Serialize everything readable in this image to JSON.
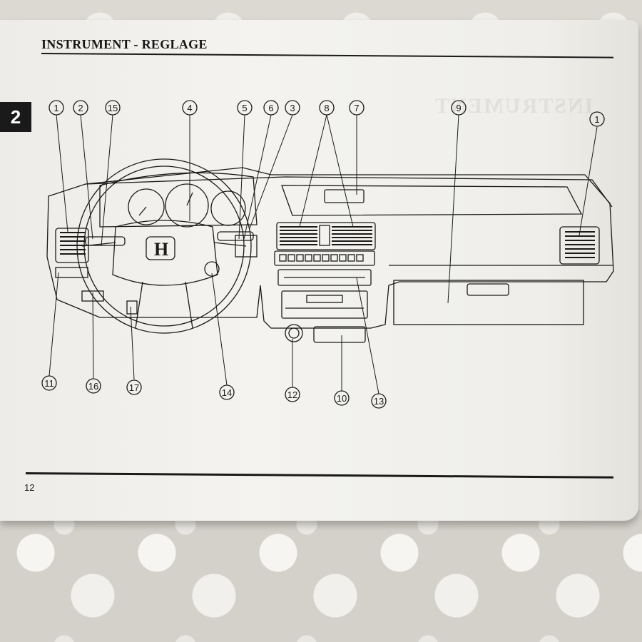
{
  "header": {
    "title": "INSTRUMENT - REGLAGE"
  },
  "section": {
    "number": "2"
  },
  "footer": {
    "page_number": "12"
  },
  "diagram": {
    "brand_logo": "honda-logo-icon",
    "callouts_top": [
      "1",
      "2",
      "15",
      "4",
      "5",
      "6",
      "3",
      "8",
      "7",
      "9",
      "1"
    ],
    "callouts_bottom": [
      "11",
      "16",
      "17",
      "14",
      "12",
      "10",
      "13"
    ]
  },
  "colors": {
    "ink": "#1a1a1a",
    "paper": "#f2f1ed"
  }
}
